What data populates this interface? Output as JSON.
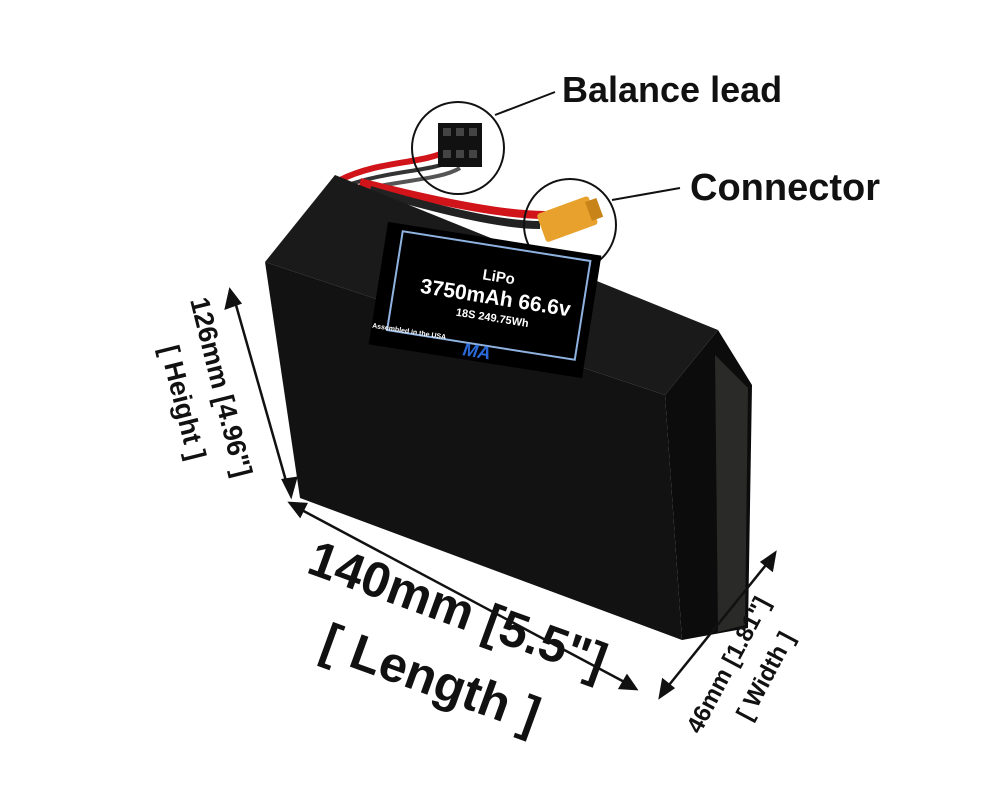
{
  "callouts": {
    "balance_lead": "Balance lead",
    "connector": "Connector"
  },
  "battery_label": {
    "chemistry": "LiPo",
    "capacity_voltage": "3750mAh 66.6v",
    "config_energy": "18S 249.75Wh",
    "assembled": "Assembled in the USA",
    "logo": "MA"
  },
  "dimensions": {
    "height": "126mm [4.96\"]",
    "height_label": "[ Height ]",
    "length": "140mm [5.5\"]",
    "length_label": "[ Length ]",
    "width": "46mm [1.81\"]",
    "width_label": "[ Width ]"
  },
  "colors": {
    "battery": "#141414",
    "label_border": "#8fb3e0",
    "wire_red": "#d0141a",
    "connector": "#e8a12c"
  }
}
